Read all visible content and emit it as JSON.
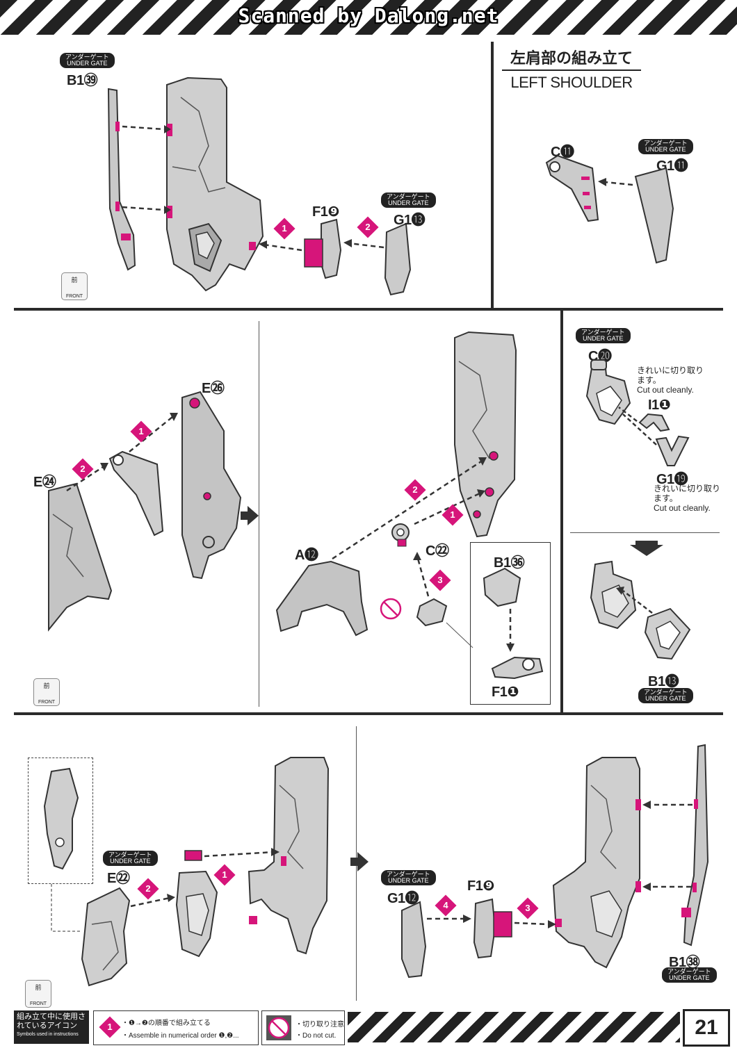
{
  "header": {
    "scan_credit": "Scanned by Dalong.net"
  },
  "section_title": {
    "jp": "左肩部の組み立て",
    "en": "LEFT SHOULDER"
  },
  "under_gate": {
    "jp": "アンダーゲート",
    "en": "UNDER GATE"
  },
  "parts": {
    "b1_39": "B1㊴",
    "f1_9_top": "F1❾",
    "g1_13": "G1⓭",
    "c_11": "C⓫",
    "g1_11": "G1⓫",
    "e_26": "E㉖",
    "e_24": "E㉔",
    "a_12": "A⓬",
    "c_22": "C㉒",
    "b1_36": "B1㊱",
    "f1_1": "F1❶",
    "c_20": "C⓴",
    "i1_1": "I1❶",
    "g1_19": "G1⓳",
    "b1_13": "B1⓭",
    "e_22": "E㉒",
    "g1_12": "G1⓬",
    "f1_9_bottom": "F1❾",
    "b1_38": "B1㊳"
  },
  "steps": {
    "one": "1",
    "two": "2",
    "three": "3",
    "four": "4"
  },
  "notes": {
    "cut_clean_jp": "きれいに切り取ります。",
    "cut_clean_en": "Cut out cleanly."
  },
  "front_badge": {
    "jp": "前",
    "en": "FRONT"
  },
  "footer": {
    "icons_title_jp": "組み立て中に使用されているアイコン",
    "icons_title_en": "Symbols used in instructions",
    "order_jp": "・❶→❷の順番で組み立てる",
    "order_en": "・Assemble in numerical order ❶,❷...",
    "nocut_jp": "・切り取り注意",
    "nocut_en": "・Do not cut.",
    "page_number": "21"
  },
  "colors": {
    "accent_magenta": "#d6157a",
    "part_grey": "#c9c9c9",
    "outline": "#333333"
  }
}
